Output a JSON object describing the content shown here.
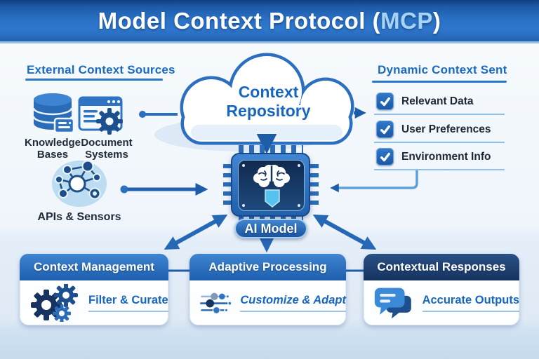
{
  "palette": {
    "title_bar_blue": "#2b72c6",
    "title_accent": "#a6d4f7",
    "primary_blue": "#2a6fc0",
    "dark_navy": "#16335f",
    "heading_blue": "#1a6ac2",
    "light_blue": "#5aa7e0",
    "text_dark": "#1e2735",
    "check_blue": "#1e63b4",
    "background_tint": "#eff5fb"
  },
  "header": {
    "title_prefix": "Model Context Protocol (",
    "title_accent": "MCP",
    "title_suffix": ")"
  },
  "left_panel": {
    "heading": "External Context Sources",
    "sources": [
      {
        "label": "Knowledge Bases",
        "icon": "database-icon"
      },
      {
        "label": "Document Systems",
        "icon": "window-gear-icon"
      },
      {
        "label": "APIs & Sensors",
        "icon": "network-icon"
      }
    ]
  },
  "cloud": {
    "label_line1": "Context",
    "label_line2": "Repository",
    "icon": "cloud-icon"
  },
  "chip": {
    "label": "AI Model",
    "icon": "chip-brain-icon"
  },
  "right_panel": {
    "heading": "Dynamic Context Sent",
    "items": [
      {
        "label": "Relevant Data",
        "checked": true
      },
      {
        "label": "User Preferences",
        "checked": true
      },
      {
        "label": "Environment Info",
        "checked": true
      }
    ]
  },
  "bottom_boxes": [
    {
      "title": "Context Management",
      "subtitle": "Filter & Curate",
      "icon": "gears-icon"
    },
    {
      "title": "Adaptive Processing",
      "subtitle": "Customize & Adapt",
      "icon": "sliders-icon"
    },
    {
      "title": "Contextual Responses",
      "subtitle": "Accurate Outputs",
      "icon": "chat-bubbles-icon"
    }
  ]
}
